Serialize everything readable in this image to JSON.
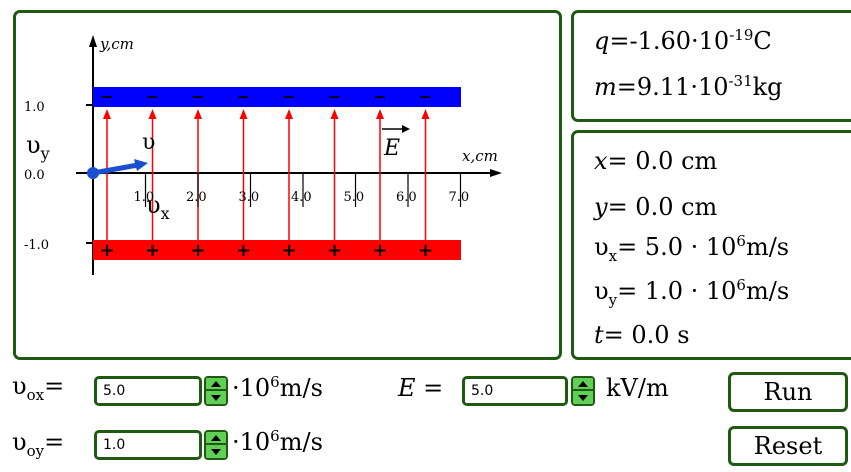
{
  "plot": {
    "y_axis_label": "y,cm",
    "x_axis_label": "x,cm",
    "y_ticks": [
      "1.0",
      "0.0",
      "-1.0"
    ],
    "x_ticks": [
      "1.0",
      "2.0",
      "3.0",
      "4.0",
      "5.0",
      "6.0",
      "7.0"
    ],
    "vy_label": "υ",
    "vy_sub": "y",
    "v_label": "υ",
    "vx_label": "υ",
    "vx_sub": "x",
    "field_label": "E",
    "top_plate_sign": "−",
    "bottom_plate_sign": "+",
    "colors": {
      "top_plate": "#0000ff",
      "bottom_plate": "#ff0000",
      "field_lines": "#ff0000",
      "velocity": "#1a4fd0"
    }
  },
  "charge": {
    "q_sym": "q",
    "q_value": "=-1.60·10",
    "q_exp": "-19",
    "q_unit": "C",
    "m_sym": "m",
    "m_value": "=9.11·10",
    "m_exp": "-31",
    "m_unit": "kg"
  },
  "state": {
    "x_sym": "x",
    "x_value": "= 0.0 cm",
    "y_sym": "y",
    "y_value": "= 0.0 cm",
    "vx_sym": "υ",
    "vx_sub": "x",
    "vx_value": "= 5.0 · 10",
    "vx_exp": "6",
    "vx_unit": "m/s",
    "vy_sym": "υ",
    "vy_sub": "y",
    "vy_value": "= 1.0 · 10",
    "vy_exp": "6",
    "vy_unit": "m/s",
    "t_sym": "t",
    "t_value": "= 0.0 s"
  },
  "controls": {
    "vox_label": "υ",
    "vox_sub": "ox",
    "vox_eq": "=",
    "vox_value": "5.0",
    "vox_unit_prefix": "·10",
    "vox_unit_exp": "6",
    "vox_unit": "m/s",
    "voy_label": "υ",
    "voy_sub": "oy",
    "voy_eq": "=",
    "voy_value": "1.0",
    "voy_unit_prefix": "·10",
    "voy_unit_exp": "6",
    "voy_unit": "m/s",
    "e_label": "E",
    "e_eq": "=",
    "e_value": "5.0",
    "e_unit": "kV/m",
    "run_label": "Run",
    "reset_label": "Reset"
  }
}
